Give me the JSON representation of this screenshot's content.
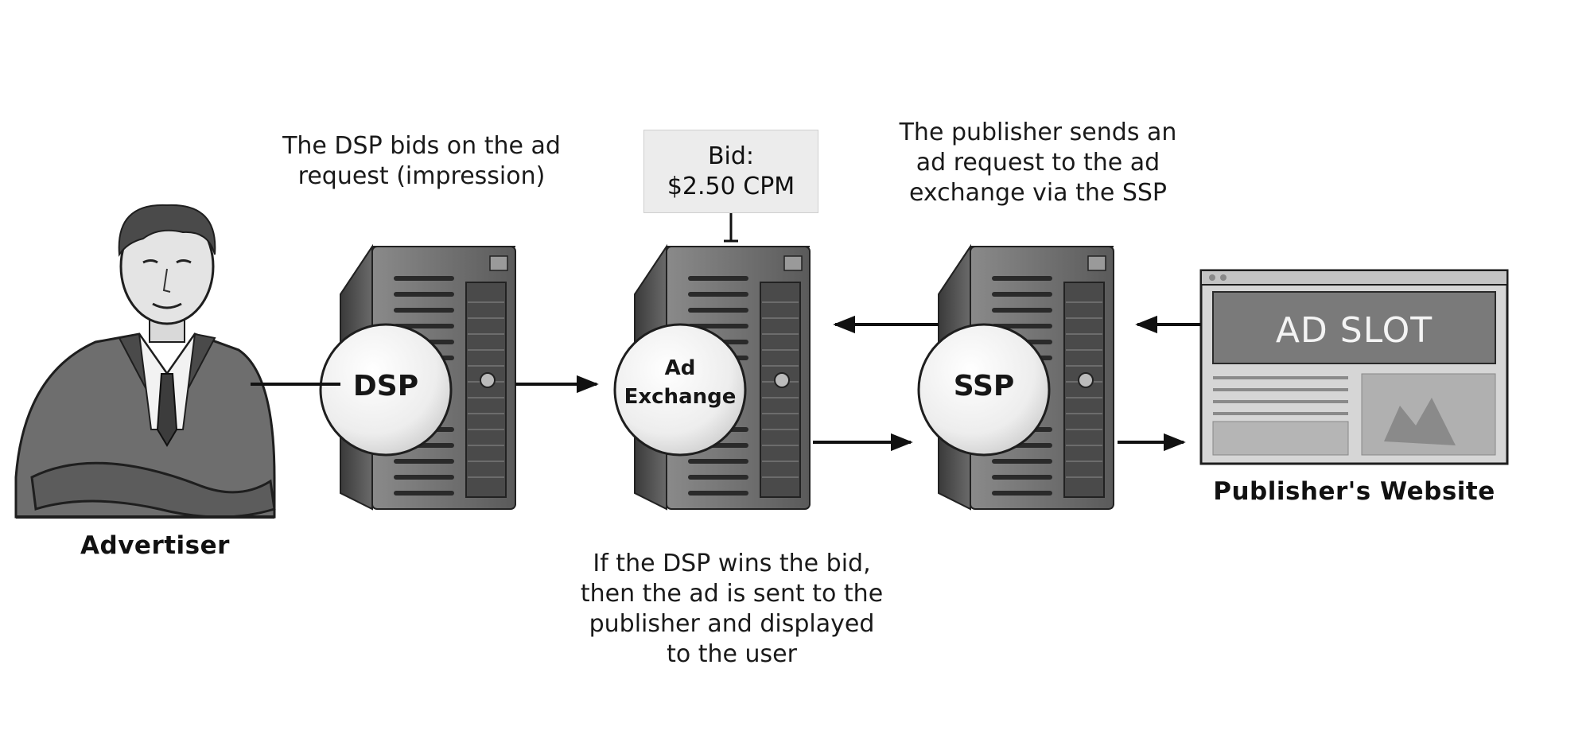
{
  "advertiser": {
    "label": "Advertiser"
  },
  "nodes": {
    "dsp": "DSP",
    "ad_exchange_line1": "Ad",
    "ad_exchange_line2": "Exchange",
    "ssp": "SSP"
  },
  "publisher": {
    "label": "Publisher's Website",
    "ad_slot": "AD SLOT"
  },
  "bid": {
    "line1": "Bid:",
    "line2": "$2.50 CPM"
  },
  "captions": {
    "dsp_bid": [
      "The DSP bids on the ad",
      "request (impression)"
    ],
    "publisher_request": [
      "The publisher sends an",
      "ad request to the ad",
      "exchange via the SSP"
    ],
    "dsp_wins": [
      "If the DSP wins the bid,",
      "then the ad is sent to the",
      "publisher and displayed",
      "to the user"
    ]
  }
}
